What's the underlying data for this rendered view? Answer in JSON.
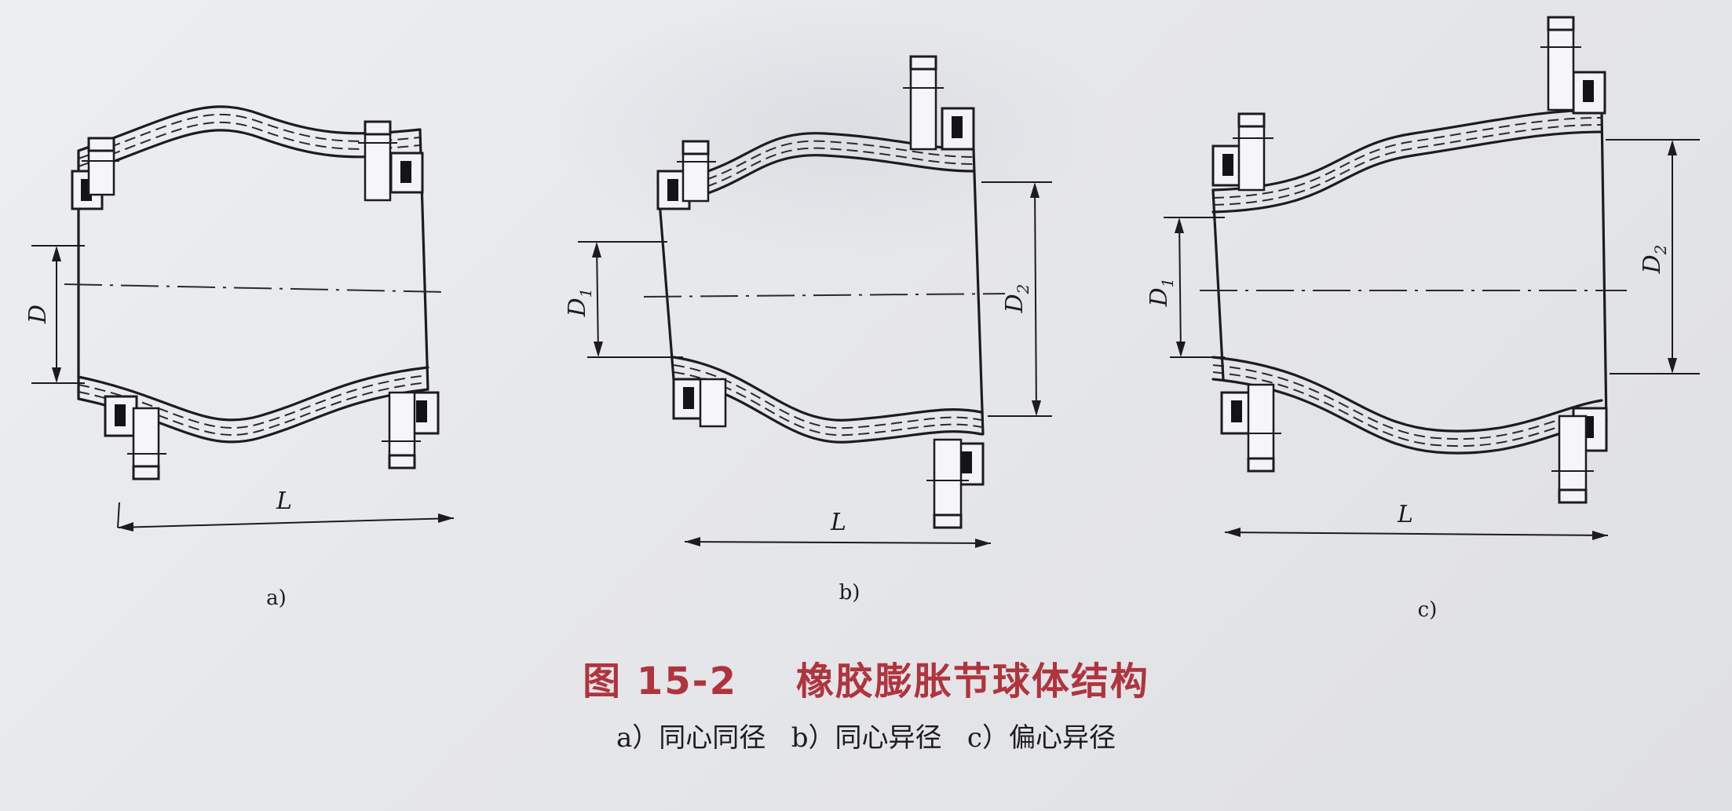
{
  "figure": {
    "panels": [
      {
        "id": "a",
        "label": "a)",
        "dims": {
          "D": "D",
          "L": "L"
        }
      },
      {
        "id": "b",
        "label": "b)",
        "dims": {
          "D1": "D",
          "D1_sub": "1",
          "D2": "D",
          "D2_sub": "2",
          "L": "L"
        }
      },
      {
        "id": "c",
        "label": "c)",
        "dims": {
          "D1": "D",
          "D1_sub": "1",
          "D2": "D",
          "D2_sub": "2",
          "L": "L"
        }
      }
    ],
    "caption": {
      "number": "图 15-2",
      "title": "橡胶膨胀节球体结构",
      "subtitle": "a）同心同径   b）同心异径   c）偏心异径"
    },
    "colors": {
      "caption_title": "#b0343d",
      "line": "#1c1c1e",
      "background": "#e9eaee"
    }
  }
}
